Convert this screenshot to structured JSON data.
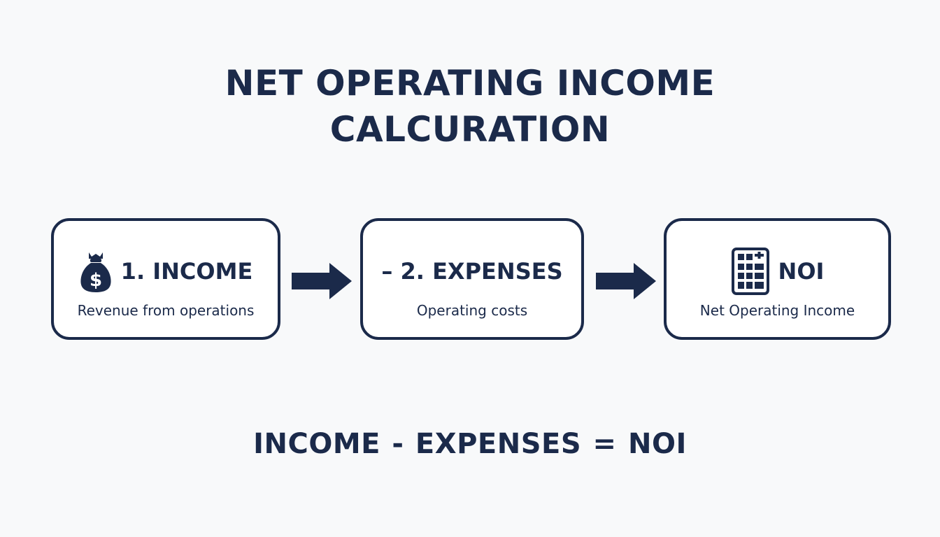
{
  "title": {
    "line1": "NET OPERATING INCOME",
    "line2": "CALCURATION"
  },
  "steps": [
    {
      "title": "1. INCOME",
      "subtitle": "Revenue from operations",
      "icon": "money-bag-icon"
    },
    {
      "title": "– 2. EXPENSES",
      "subtitle": "Operating costs",
      "icon": null
    },
    {
      "title": "NOI",
      "subtitle": "Net Operating Income",
      "icon": "calculator-icon"
    }
  ],
  "arrows": [
    "right-arrow-icon",
    "right-arrow-icon"
  ],
  "formula": "INCOME - EXPENSES = NOI",
  "colors": {
    "primary": "#1b2a4a",
    "background": "#f8f9fa",
    "box_fill": "#ffffff"
  }
}
